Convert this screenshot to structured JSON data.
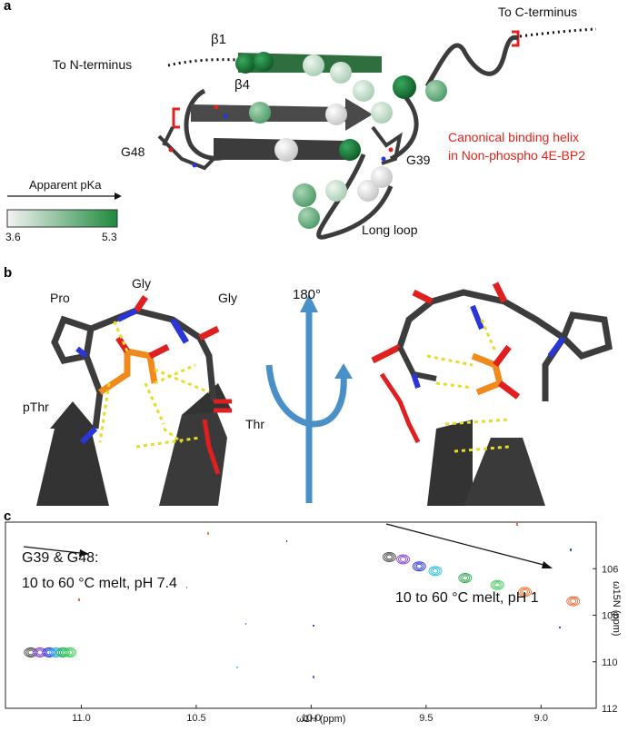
{
  "panel_a": {
    "label": "a",
    "to_c_terminus": "To C-terminus",
    "to_n_terminus": "To N-terminus",
    "beta1": "β1",
    "beta4": "β4",
    "g48": "G48",
    "g39": "G39",
    "long_loop": "Long loop",
    "helix_line1": "Canonical binding helix",
    "helix_line2": "in Non-phospho 4E-BP2",
    "legend_title": "Apparent pKa",
    "legend_min": "3.6",
    "legend_max": "5.3",
    "colors": {
      "low": "#f2f2f2",
      "high": "#1e8a3c",
      "red": "#e4221b"
    }
  },
  "panel_b": {
    "label": "b",
    "pro": "Pro",
    "gly1": "Gly",
    "gly2": "Gly",
    "pthr": "pThr",
    "thr": "Thr",
    "rotation": "180°",
    "colors": {
      "stick": "#3c3c3c",
      "oxygen": "#e02020",
      "nitrogen": "#2a36d8",
      "phosphorus": "#f08a1c",
      "hbond": "#e6dc2a",
      "arrow": "#4a90c8"
    }
  },
  "panel_c": {
    "label": "c",
    "left_line1": "G39 & G48:",
    "left_line2": "10 to 60 °C melt, pH 7.4",
    "right_text": "10 to 60 °C melt, pH 1",
    "xlabel": "ω1H (ppm)",
    "ylabel": "ω15N (ppm)",
    "x_ticks": [
      "11.0",
      "10.5",
      "10.0",
      "9.5",
      "9.0"
    ],
    "y_ticks": [
      "106",
      "108",
      "110",
      "112"
    ]
  },
  "chart_data": {
    "type": "scatter",
    "x_axis": {
      "label": "ω1H (ppm)",
      "range": [
        11.33,
        8.76
      ],
      "reversed": true,
      "ticks": [
        11.0,
        10.5,
        10.0,
        9.5,
        9.0
      ]
    },
    "y_axis": {
      "label": "ω15N (ppm)",
      "range": [
        104.0,
        112.0
      ],
      "reversed": true,
      "ticks": [
        106,
        108,
        110,
        112
      ]
    },
    "series": [
      {
        "name": "G39 & G48: 10 to 60 °C melt, pH 7.4",
        "points": [
          [
            11.22,
            109.6
          ],
          [
            11.18,
            109.6
          ],
          [
            11.14,
            109.6
          ],
          [
            11.11,
            109.6
          ],
          [
            11.08,
            109.6
          ],
          [
            11.05,
            109.6
          ]
        ]
      },
      {
        "name": "10 to 60 °C melt, pH 1",
        "points": [
          [
            9.66,
            105.5
          ],
          [
            9.6,
            105.6
          ],
          [
            9.53,
            105.9
          ],
          [
            9.46,
            106.1
          ],
          [
            9.33,
            106.4
          ],
          [
            9.19,
            106.7
          ],
          [
            9.07,
            107.0
          ],
          [
            8.86,
            107.4
          ]
        ]
      }
    ]
  }
}
